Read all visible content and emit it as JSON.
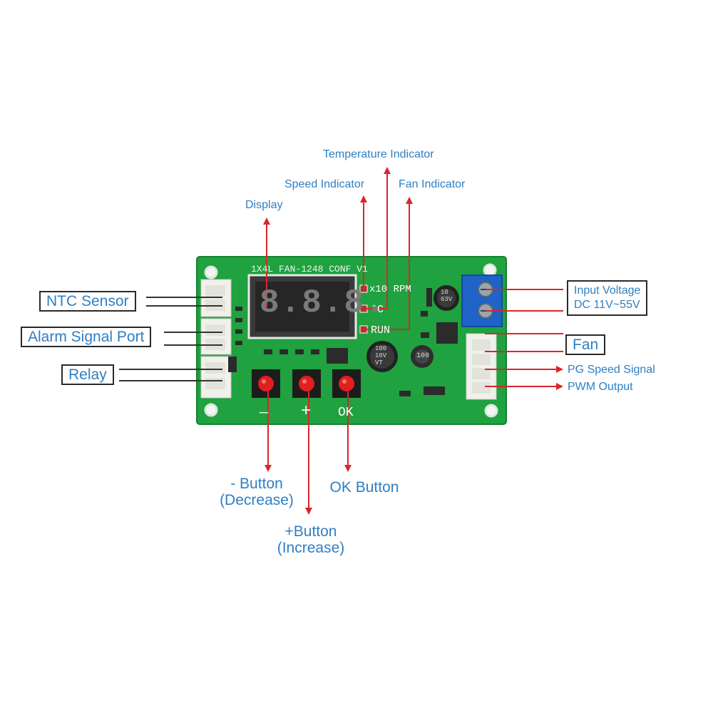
{
  "board": {
    "silkscreen_title": "1X4L FAN-1248 CONF V1",
    "led_speed_label": "x10 RPM",
    "led_temp_label": "°C",
    "led_run_label": "RUN",
    "display_digits": "8.8.8.",
    "button_minus_mark": "—",
    "button_plus_mark": "+",
    "button_ok_mark": "OK",
    "capacitor_1_text": "100\n16V\nVT",
    "capacitor_2_text": "10\n63V",
    "inductor_text": "100",
    "colors": {
      "pcb": "#1fa23f",
      "button_cap": "#e0201c",
      "terminal": "#1f62c8",
      "arrow": "#d9262b"
    }
  },
  "labels": {
    "temperature_indicator": "Temperature Indicator",
    "speed_indicator": "Speed Indicator",
    "fan_indicator": "Fan Indicator",
    "display": "Display",
    "ntc_sensor": "NTC Sensor",
    "alarm_signal_port": "Alarm Signal Port",
    "relay": "Relay",
    "input_voltage_line1": "Input Voltage",
    "input_voltage_line2": "DC 11V~55V",
    "fan": "Fan",
    "pg_speed_signal": "PG Speed Signal",
    "pwm_output": "PWM Output",
    "minus_button_line1": "- Button",
    "minus_button_line2": "(Decrease)",
    "ok_button": "OK Button",
    "plus_button_line1": "+Button",
    "plus_button_line2": "(Increase)"
  }
}
